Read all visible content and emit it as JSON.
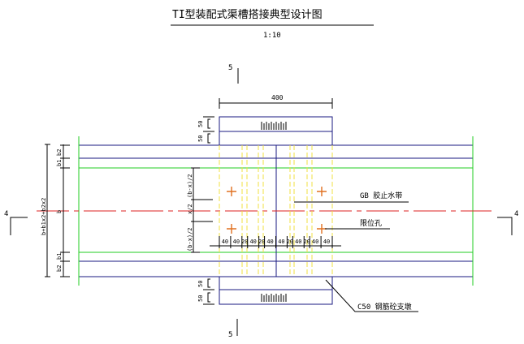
{
  "title": "TI型装配式渠槽搭接典型设计图",
  "scale": "1:10",
  "section_marks": {
    "top": "5",
    "bottom": "5",
    "left": "4",
    "right": "4"
  },
  "dimensions": {
    "width": "400",
    "top_heights": [
      "50",
      "50"
    ],
    "bottom_heights": [
      "50",
      "50"
    ],
    "left_outer": "b+b1x2+b2x2",
    "left_parts": [
      "b2",
      "b1",
      "b",
      "b1",
      "b2"
    ],
    "inner_parts": [
      "(b-x)/2",
      "x/2",
      "(b-x)/2"
    ],
    "bottom_row": [
      "40",
      "40",
      "20",
      "40",
      "20",
      "40",
      "40",
      "20",
      "40",
      "20",
      "40",
      "40"
    ]
  },
  "labels": {
    "waterstop": "GB 胶止水带",
    "hole": "限位孔",
    "support": "C50 钢筋砼支墩"
  },
  "colors": {
    "navy": "#1a1a80",
    "green": "#22cc22",
    "red": "#dd2222",
    "yellow": "#f0e040",
    "orange": "#e07020"
  }
}
